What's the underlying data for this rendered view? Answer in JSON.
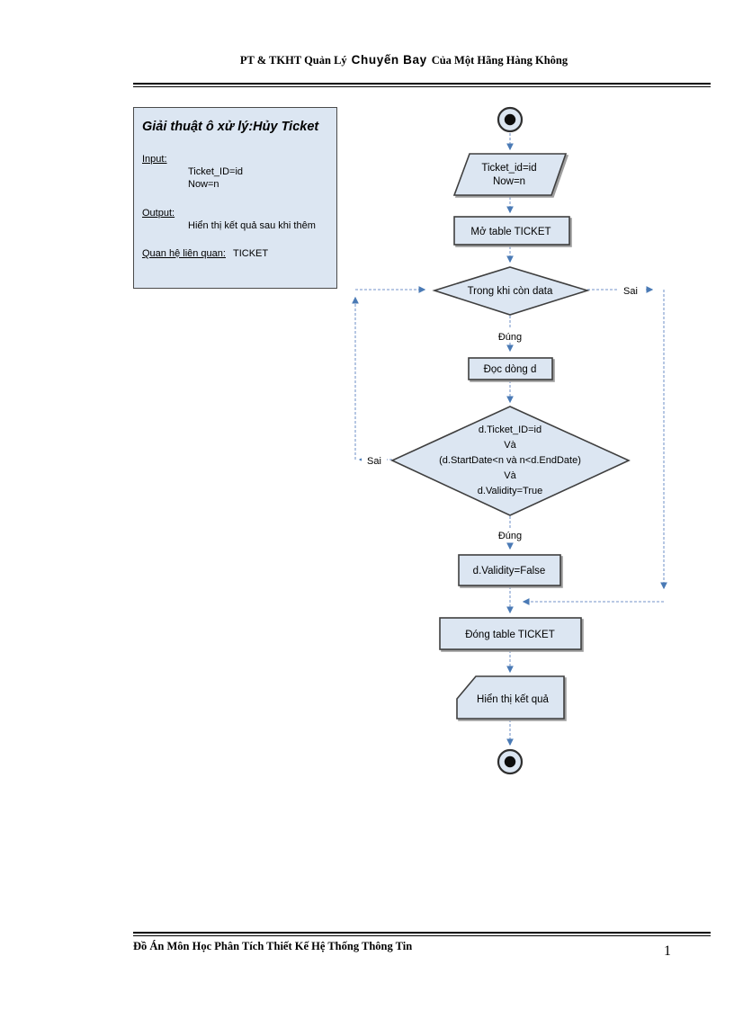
{
  "colors": {
    "page_bg": "#ffffff",
    "shape_fill": "#dce6f2",
    "shape_border": "#3f3f3f",
    "connector_line": "#8fa9d4",
    "connector_arrow": "#4a7ab5",
    "ink": "#000000"
  },
  "header": {
    "prefix": "PT & TKHT  Quản Lý",
    "highlight": "Chuyến Bay",
    "suffix": "Của Một Hãng Hàng Không"
  },
  "info_box": {
    "title": "Giải thuật ô xử lý:Hủy Ticket",
    "input_label": "Input:",
    "input_lines": [
      "Ticket_ID=id",
      "Now=n"
    ],
    "output_label": "Output:",
    "output_line": "Hiển thị kết quả sau khi thêm",
    "relation_label": "Quan hệ liên quan:",
    "relation_value": "TICKET"
  },
  "flowchart": {
    "input_node": {
      "lines": [
        "Ticket_id=id",
        "Now=n"
      ]
    },
    "open_table": "Mở table TICKET",
    "loop_decision": "Trong khi còn data",
    "read_row": "Đọc dòng d",
    "match_decision": {
      "lines": [
        "d.Ticket_ID=id",
        "Và",
        "(d.StartDate<n và n<d.EndDate)",
        "Và",
        "d.Validity=True"
      ]
    },
    "set_validity": "d.Validity=False",
    "close_table": "Đóng table TICKET",
    "show_result": "Hiển thị kết quả",
    "labels": {
      "loop_true": "Đúng",
      "loop_false": "Sai",
      "match_true": "Đúng",
      "match_false": "Sai"
    }
  },
  "footer": {
    "text": "Đồ Án Môn Học Phân Tích Thiết Kế Hệ Thống Thông Tin",
    "page_number": "1"
  }
}
